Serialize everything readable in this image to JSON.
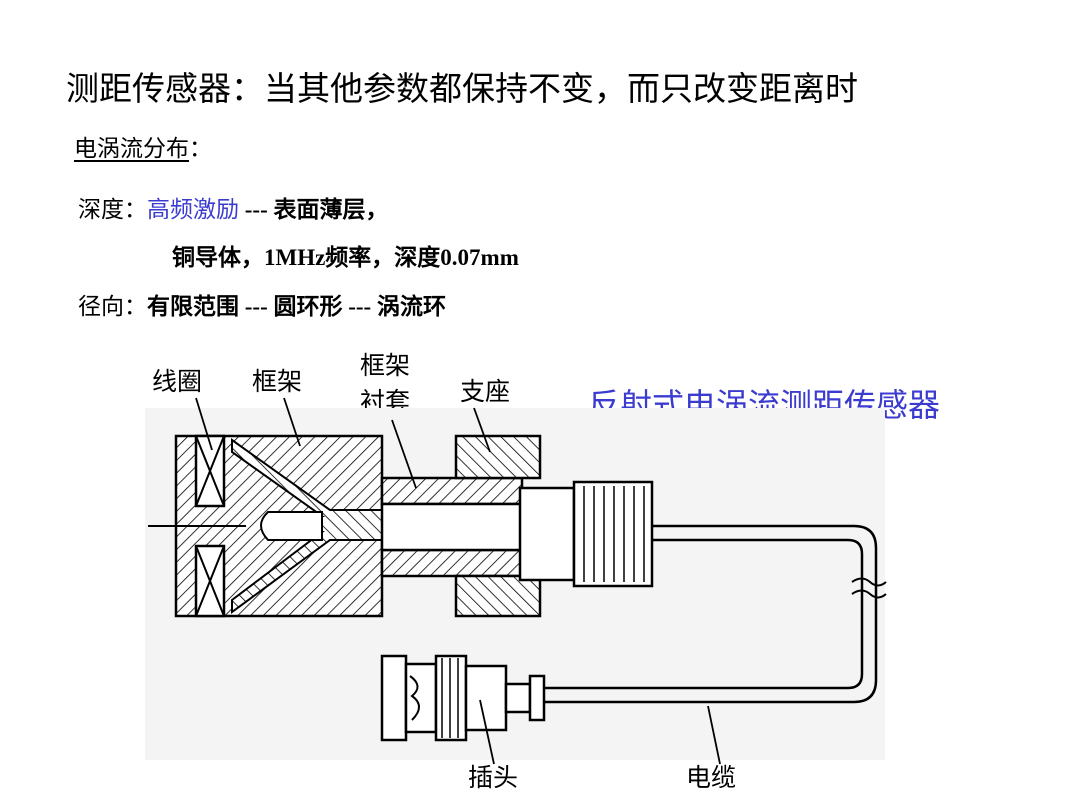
{
  "title": "测距传感器：当其他参数都保持不变，而只改变距离时",
  "subheading": {
    "text": "电涡流分布",
    "suffix": "："
  },
  "depth": {
    "label": "深度：",
    "highlight": "高频激励",
    "rest": " --- 表面薄层，",
    "line2": "铜导体，1MHz频率，深度0.07mm"
  },
  "radial": {
    "label": "径向：",
    "text": "有限范围 --- 圆环形 --- 涡流环"
  },
  "diagram": {
    "title": "反射式电涡流测距传感器",
    "labels": {
      "coil": "线圈",
      "frame": "框架",
      "frame_liner_1": "框架",
      "frame_liner_2": "衬套",
      "support": "支座",
      "plug": "插头",
      "cable": "电缆"
    }
  },
  "colors": {
    "accent": "#3b3bd0",
    "text": "#000000"
  }
}
